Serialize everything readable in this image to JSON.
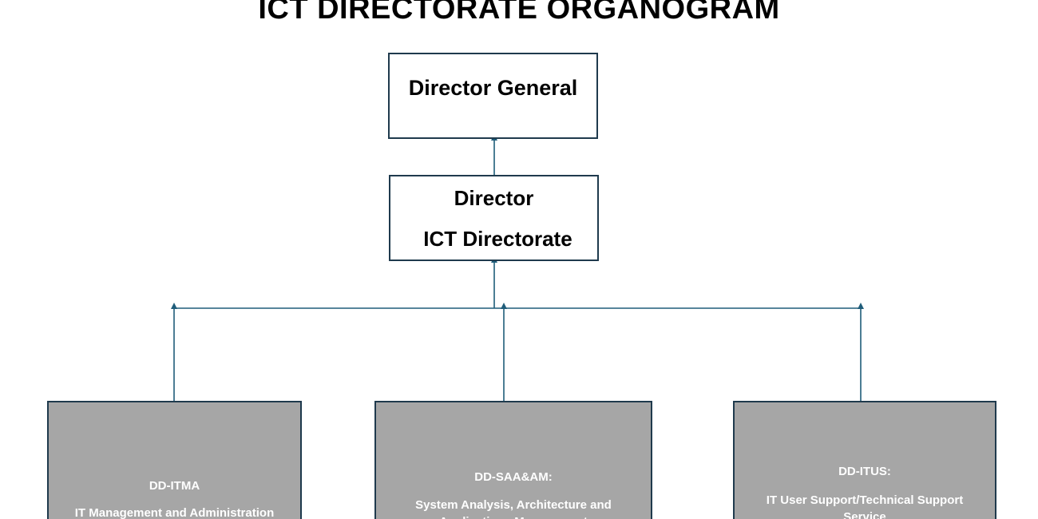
{
  "title": "ICT DIRECTORATE ORGANOGRAM",
  "nodes": {
    "director_general": {
      "label": "Director General"
    },
    "director": {
      "line1": "Director",
      "line2": "ICT Directorate"
    },
    "departments": [
      {
        "code": "DD-ITMA",
        "name": "IT Management and Administration"
      },
      {
        "code": "DD-SAA&AM:",
        "name": "System Analysis, Architecture and Applications Management"
      },
      {
        "code": "DD-ITUS:",
        "name": "IT User Support/Technical Support Service"
      }
    ]
  },
  "colors": {
    "connector": "#1f5d7a",
    "box_border": "#1f3a4d",
    "dept_fill": "#a6a6a6",
    "dept_text": "#ffffff"
  }
}
